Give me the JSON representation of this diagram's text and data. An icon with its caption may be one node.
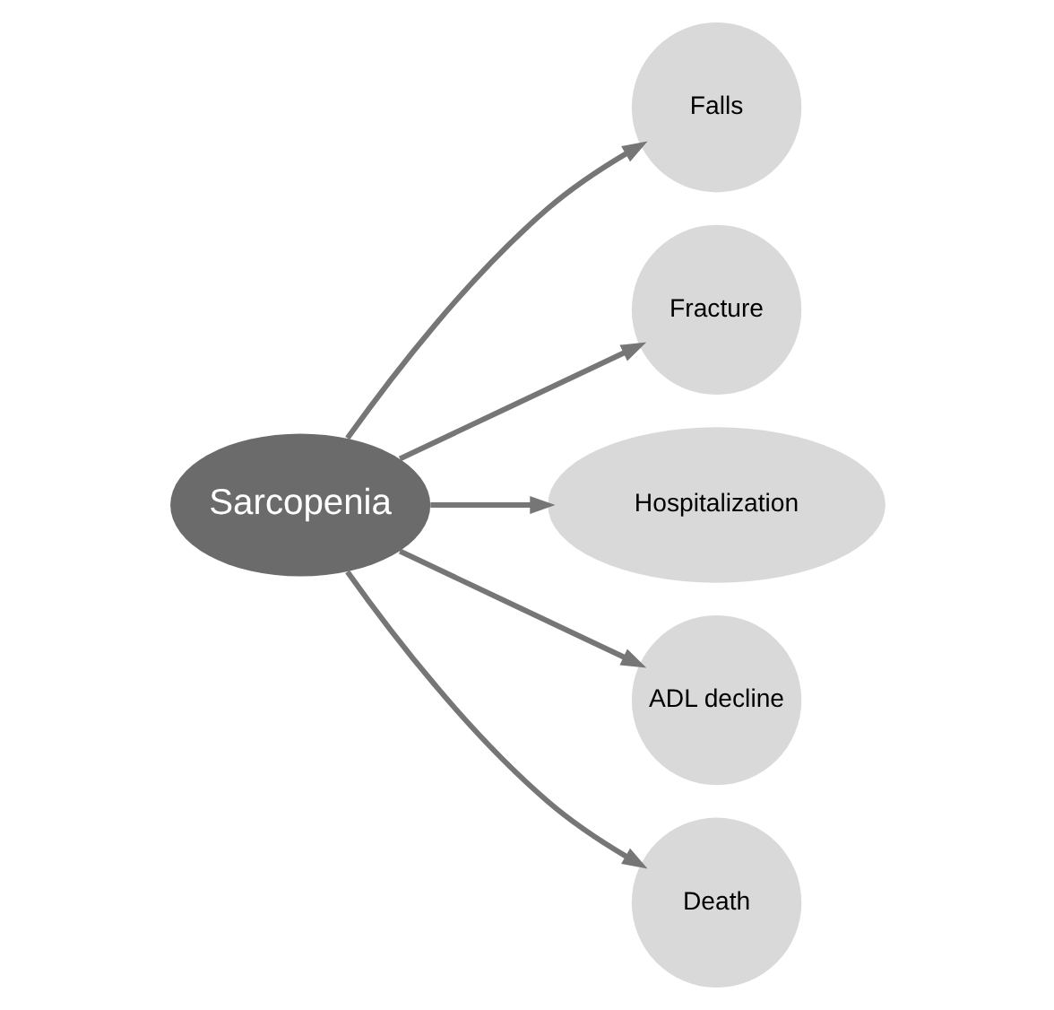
{
  "diagram": {
    "nodes": [
      {
        "text": [
          "Sarcopenia"
        ]
      },
      {
        "text": [
          "Falls"
        ]
      },
      {
        "text": [
          "Fracture"
        ]
      },
      {
        "text": [
          "Hospitalization"
        ]
      },
      {
        "text": [
          "ADL decline"
        ]
      },
      {
        "text": [
          "Death"
        ]
      }
    ],
    "edges": [
      {
        "from": 0,
        "to": 1,
        "arrow": "to"
      },
      {
        "from": 0,
        "to": 2,
        "arrow": "to"
      },
      {
        "from": 0,
        "to": 3,
        "arrow": "to"
      },
      {
        "from": 0,
        "to": 4,
        "arrow": "to"
      },
      {
        "from": 0,
        "to": 5,
        "arrow": "to"
      }
    ]
  }
}
